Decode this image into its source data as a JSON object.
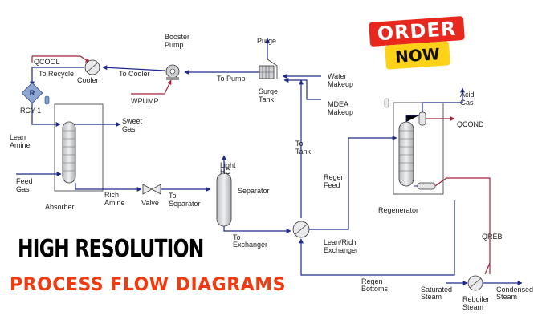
{
  "badge": {
    "line1": "ORDER",
    "line2": "NOW"
  },
  "headline": {
    "title": "HIGH RESOLUTION",
    "subtitle": "PROCESS FLOW DIAGRAMS"
  },
  "colors": {
    "material_stream": "#1f2a8c",
    "energy_stream": "#a3233a",
    "headline_accent": "#f03a10",
    "badge_red": "#e8281e",
    "badge_yellow": "#ffd21a"
  },
  "diagram": {
    "labels": {
      "qcool": "QCOOL",
      "to_recycle": "To Recycle",
      "cooler": "Cooler",
      "to_cooler": "To Cooler",
      "booster_pump_1": "Booster",
      "booster_pump_2": "Pump",
      "to_pump": "To Pump",
      "wpump": "WPUMP",
      "purge": "Purge",
      "surge_tank_1": "Surge",
      "surge_tank_2": "Tank",
      "water_makeup_1": "Water",
      "water_makeup_2": "Makeup",
      "mdea_makeup_1": "MDEA",
      "mdea_makeup_2": "Makeup",
      "rcy": "RCY-1",
      "rcy_icon": "R",
      "lean_amine_1": "Lean",
      "lean_amine_2": "Amine",
      "sweet_gas_1": "Sweet",
      "sweet_gas_2": "Gas",
      "to_tank_1": "To",
      "to_tank_2": "Tank",
      "feed_gas_1": "Feed",
      "feed_gas_2": "Gas",
      "absorber": "Absorber",
      "rich_amine_1": "Rich",
      "rich_amine_2": "Amine",
      "valve": "Valve",
      "to_separator_1": "To",
      "to_separator_2": "Separator",
      "light_hc_1": "Light",
      "light_hc_2": "HC",
      "separator": "Separator",
      "to_exchanger_1": "To",
      "to_exchanger_2": "Exchanger",
      "regen_feed_1": "Regen",
      "regen_feed_2": "Feed",
      "lean_rich_exchanger_1": "Lean/Rich",
      "lean_rich_exchanger_2": "Exchanger",
      "regenerator": "Regenerator",
      "acid_gas_1": "Acid",
      "acid_gas_2": "Gas",
      "qcond": "QCOND",
      "qreb": "QREB",
      "regen_bottoms_1": "Regen",
      "regen_bottoms_2": "Bottoms",
      "saturated_steam_1": "Saturated",
      "saturated_steam_2": "Steam",
      "reboiler_steam_1": "Reboiler",
      "reboiler_steam_2": "Steam",
      "condensed_steam_1": "Condensed",
      "condensed_steam_2": "Steam"
    }
  }
}
